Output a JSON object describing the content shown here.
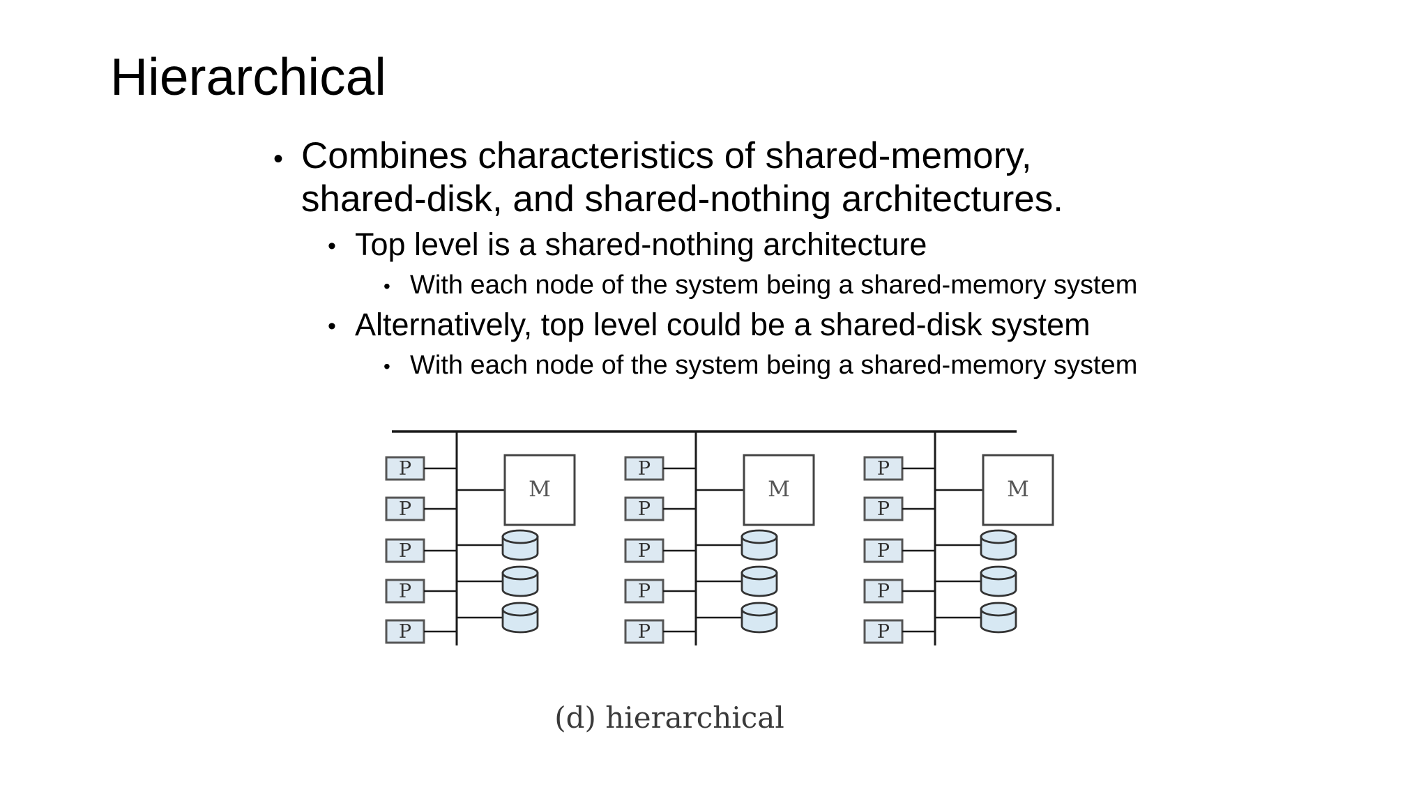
{
  "slide": {
    "title": "Hierarchical"
  },
  "bullets": [
    {
      "level": 1,
      "lines": [
        "Combines characteristics of shared-memory,",
        "shared-disk, and shared-nothing architectures."
      ]
    },
    {
      "level": 2,
      "text": "Top level is a shared-nothing architecture"
    },
    {
      "level": 3,
      "text": "With each node of the system being a shared-memory system"
    },
    {
      "level": 2,
      "text": "Alternatively, top level could be a shared-disk system"
    },
    {
      "level": 3,
      "text": "With each node of the system being a shared-memory system"
    }
  ],
  "figure": {
    "processor_label": "P",
    "memory_label": "M",
    "caption": "(d) hierarchical",
    "colors": {
      "line": "#1a1a1a",
      "processor_fill": "#dde9f2",
      "disk_fill": "#d7e8f3",
      "caption": "#3a3a3a"
    }
  }
}
